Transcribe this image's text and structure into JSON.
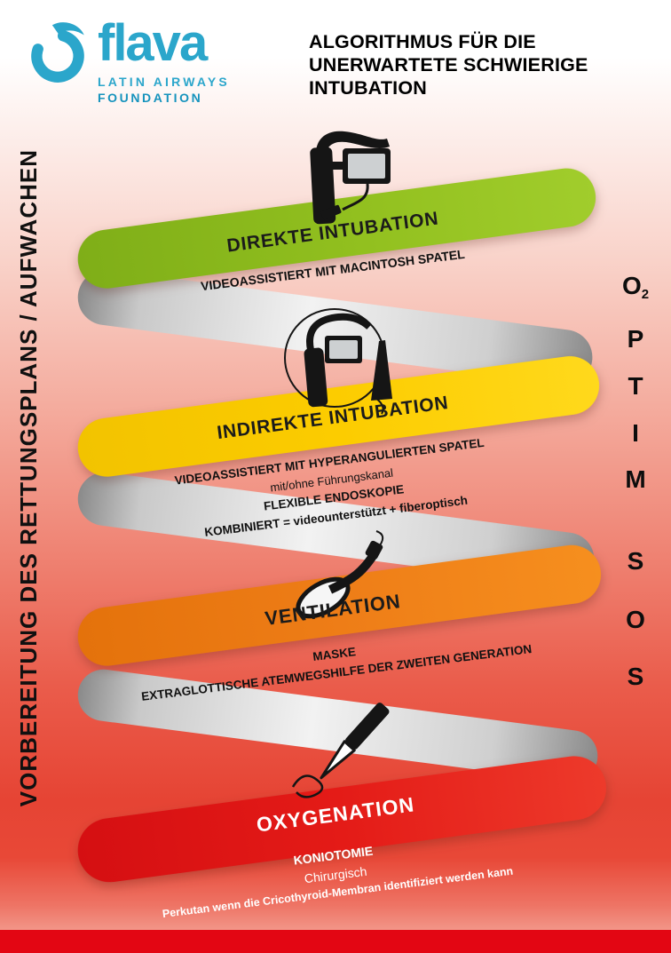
{
  "logo": {
    "name": "flava",
    "line1": "LATIN AIRWAYS",
    "line2": "FOUNDATION"
  },
  "header": {
    "title_lines": [
      "ALGORITHMUS FÜR DIE",
      "UNERWARTETE SCHWIERIGE",
      "INTUBATION"
    ]
  },
  "left_label": "VORBEREITUNG DES RETTUNGSPLANS / AUFWACHEN",
  "right_rail": {
    "o2_letter": "O",
    "o2_sub": "2",
    "letters": [
      "P",
      "T",
      "I",
      "M"
    ],
    "sos": [
      "S",
      "O",
      "S"
    ]
  },
  "steps": [
    {
      "title": "DIREKTE INTUBATION",
      "subtitles": [
        "VIDEOASSISTIERT MIT MACINTOSH SPATEL"
      ],
      "color": "#8dc21e",
      "icon": "macintosh-video-laryngoscope-icon"
    },
    {
      "title": "INDIREKTE INTUBATION",
      "subtitles": [
        "VIDEOASSISTIERT MIT HYPERANGULIERTEN SPATEL",
        "mit/ohne Führungskanal",
        "FLEXIBLE ENDOSKOPIE",
        "KOMBINIERT = videounterstützt + fiberoptisch"
      ],
      "color": "#fccc00",
      "icon": "hyperangulated-video-laryngoscope-icon"
    },
    {
      "title": "VENTILATION",
      "subtitles": [
        "MASKE",
        "EXTRAGLOTTISCHE ATEMWEGSHILFE DER ZWEITEN GENERATION"
      ],
      "color": "#ee7d17",
      "icon": "supraglottic-airway-icon"
    },
    {
      "title": "OXYGENATION",
      "subtitles": [
        "KONIOTOMIE",
        "Chirurgisch",
        "Perkutan wenn die Cricothyroid-Membran identifiziert werden kann"
      ],
      "color": "#e30613",
      "icon": "scalpel-icon"
    }
  ],
  "colors": {
    "brand_blue": "#2ba6cb",
    "green": "#8dc21e",
    "yellow": "#fccc00",
    "orange": "#ee7d17",
    "red": "#e30613",
    "ribbon_silver": "#c9c9c9",
    "background_bottom": "#e63d2f"
  }
}
